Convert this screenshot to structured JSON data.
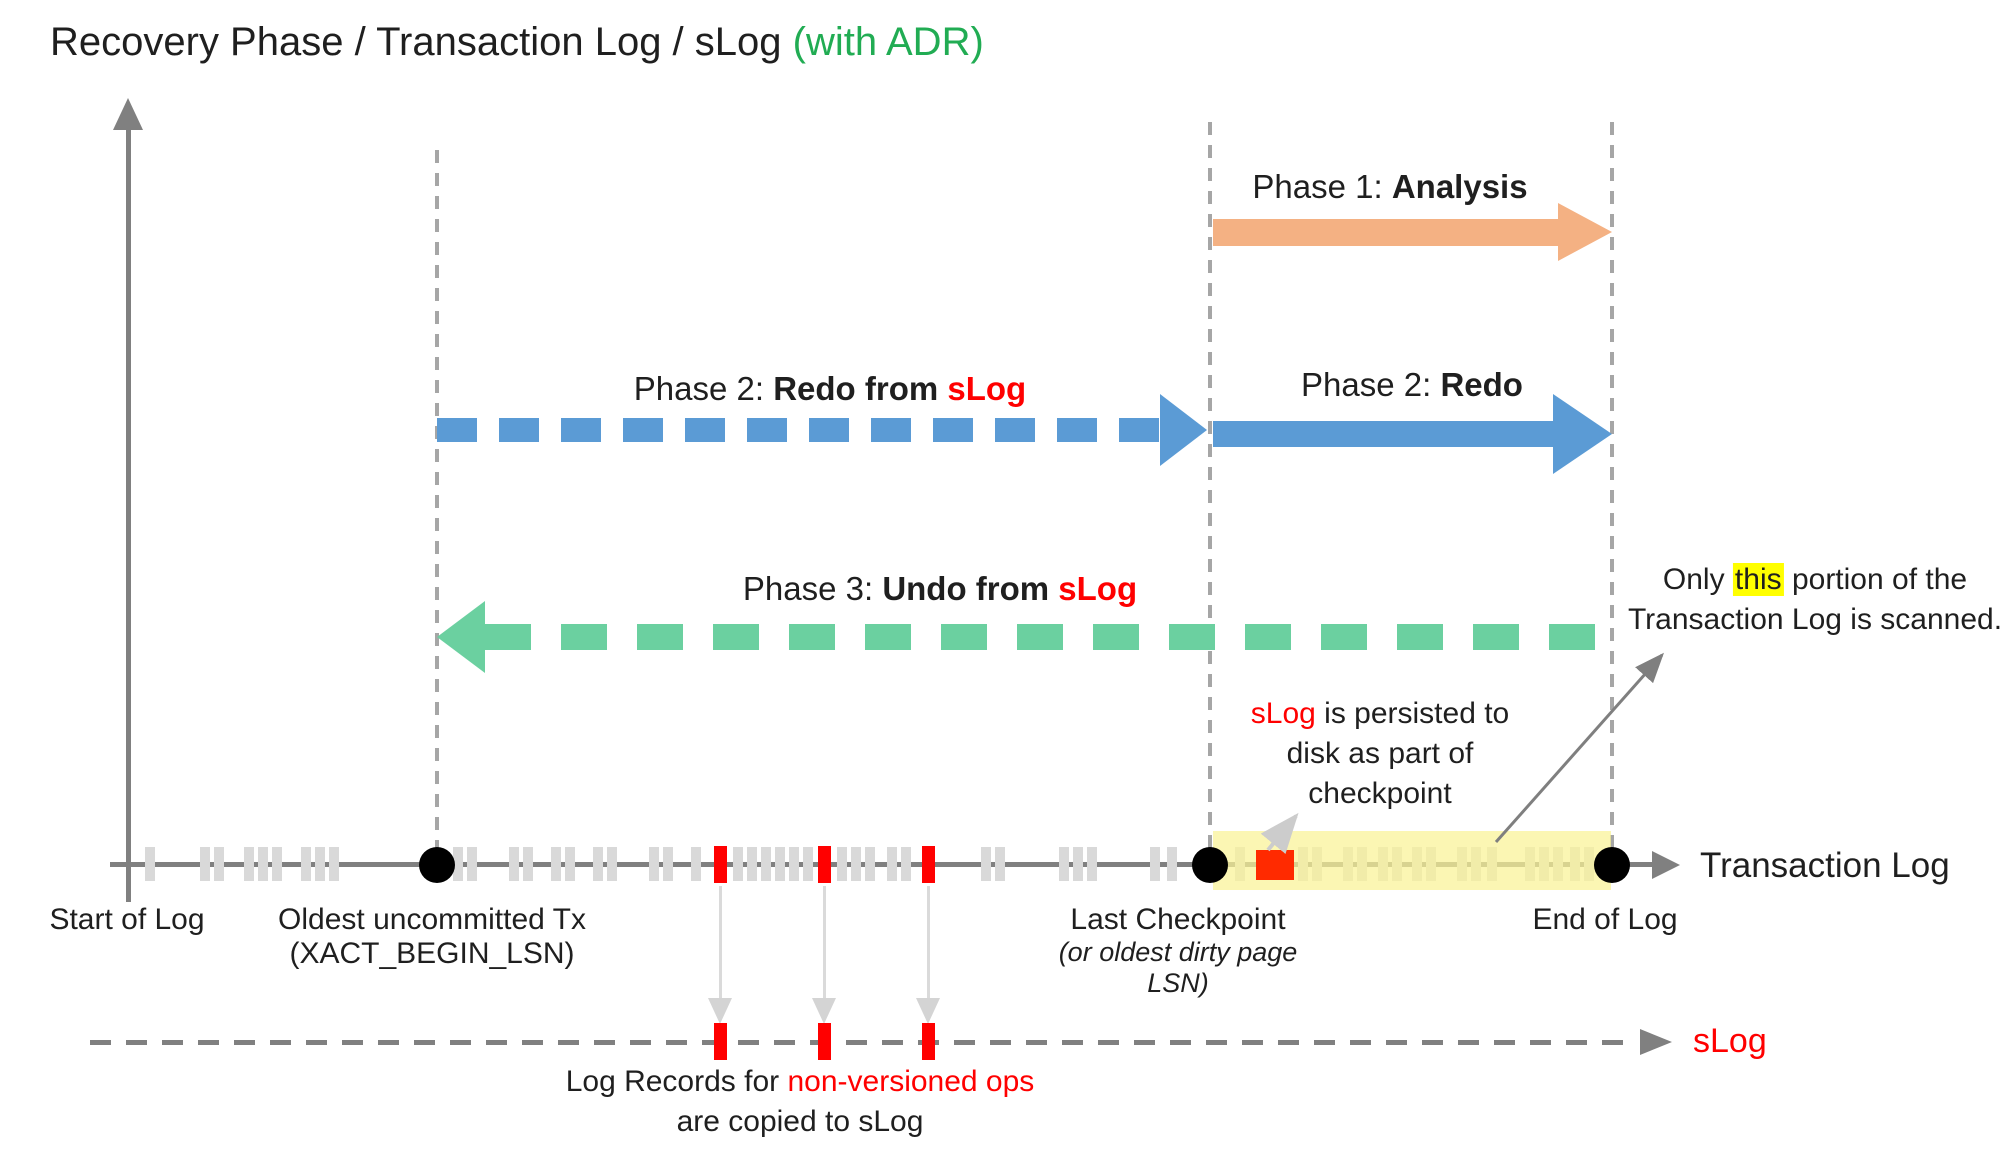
{
  "title": {
    "main": "Recovery Phase / Transaction Log / sLog ",
    "accent": "(with ADR)"
  },
  "phases": {
    "phase1": {
      "prefix": "Phase 1: ",
      "bold": "Analysis"
    },
    "phase2_slog": {
      "prefix": "Phase 2: ",
      "bold": "Redo from ",
      "accent": "sLog"
    },
    "phase2": {
      "prefix": "Phase 2: ",
      "bold": "Redo"
    },
    "phase3": {
      "prefix": "Phase 3: ",
      "bold": "Undo from ",
      "accent": "sLog"
    }
  },
  "notes": {
    "scan": {
      "pre": "Only ",
      "highlight": "this",
      "post": " portion of the",
      "line2": "Transaction Log is scanned."
    },
    "persist": {
      "accent": "sLog",
      "line1_rest": " is persisted to",
      "line2": "disk as part of",
      "line3": "checkpoint"
    },
    "copy": {
      "line1_pre": "Log Records for ",
      "line1_accent": "non-versioned ops",
      "line2": "are copied to sLog"
    }
  },
  "timeline": {
    "label": "Transaction Log",
    "start_label": "Start of Log",
    "oldest_tx": {
      "line1": "Oldest uncommitted Tx",
      "line2": "(XACT_BEGIN_LSN)"
    },
    "checkpoint": {
      "line1": "Last Checkpoint",
      "line2": "(or oldest dirty page",
      "line3": "LSN)"
    },
    "end_label": "End of Log",
    "gray_ticks_x": [
      150,
      205,
      219,
      249,
      263,
      277,
      306,
      320,
      334,
      458,
      472,
      514,
      528,
      556,
      570,
      598,
      612,
      654,
      668,
      696,
      738,
      752,
      766,
      780,
      794,
      808,
      842,
      856,
      870,
      892,
      906,
      986,
      1000,
      1064,
      1078,
      1092,
      1155,
      1172,
      1240,
      1303,
      1317,
      1348,
      1362,
      1383,
      1397,
      1417,
      1431,
      1462,
      1476,
      1492,
      1530,
      1544,
      1558,
      1575,
      1589
    ],
    "red_ticks_x": [
      720,
      824,
      928
    ]
  },
  "slog": {
    "label": "sLog",
    "red_ticks_x": [
      720,
      824,
      928
    ]
  },
  "colors": {
    "title_accent_green": "#21AC53",
    "accent_red": "#FF0000",
    "phase1_orange": "#F4B183",
    "phase2_blue": "#5B9BD5",
    "phase3_green": "#6BD0A0",
    "axis_gray": "#808080",
    "tick_gray": "#D9D9D9",
    "guide_gray": "#A6A6A6",
    "scan_band_yellow": "#FAF296",
    "text_highlight_yellow": "#FFFF00",
    "checkpoint_square_red": "#FF2A00"
  }
}
